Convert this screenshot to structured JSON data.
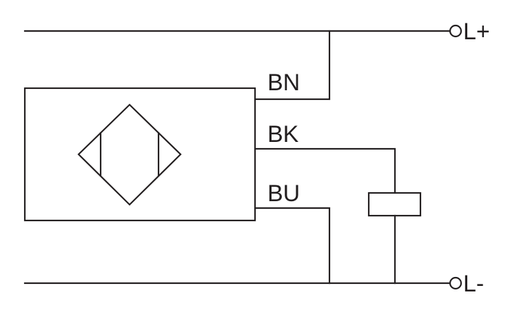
{
  "wires": {
    "bn_label": "BN",
    "bk_label": "BK",
    "bu_label": "BU"
  },
  "supply": {
    "positive_label": "L+",
    "negative_label": "L-"
  },
  "colors": {
    "line": "#231f20",
    "background": "#ffffff"
  }
}
